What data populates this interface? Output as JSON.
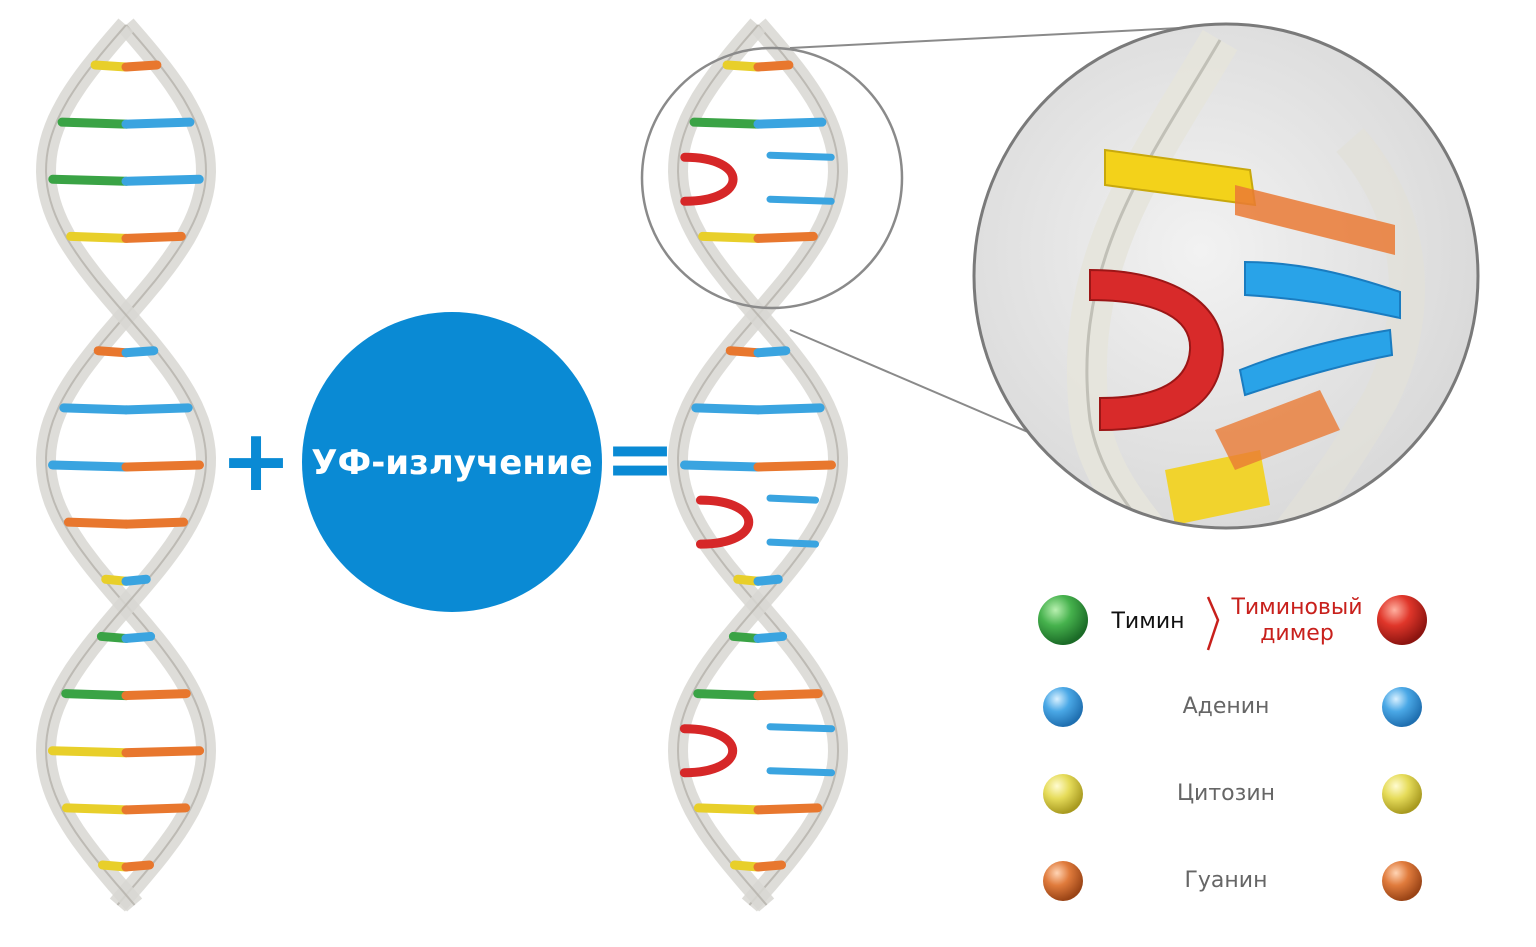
{
  "center": {
    "uv_label": "УФ-излучение",
    "plus": "+",
    "equals": "="
  },
  "legend": {
    "rows": [
      {
        "label": "Тимин",
        "left_color": "green",
        "right_color": "red",
        "right_label": "Тиминовый\nдимер"
      },
      {
        "label": "Аденин",
        "left_color": "blue",
        "right_color": "blue"
      },
      {
        "label": "Цитозин",
        "left_color": "yellow",
        "right_color": "yellow"
      },
      {
        "label": "Гуанин",
        "left_color": "orange",
        "right_color": "orange"
      }
    ],
    "dimer_line1": "Тиминовый",
    "dimer_line2": "димер"
  },
  "colors": {
    "accent_blue": "#0a8ad4",
    "thymine": "#3aa345",
    "adenine": "#3aa4e0",
    "cytosine": "#e8cf2a",
    "guanine": "#e8772e",
    "dimer": "#d62728",
    "backbone": "#d8d7d2"
  }
}
